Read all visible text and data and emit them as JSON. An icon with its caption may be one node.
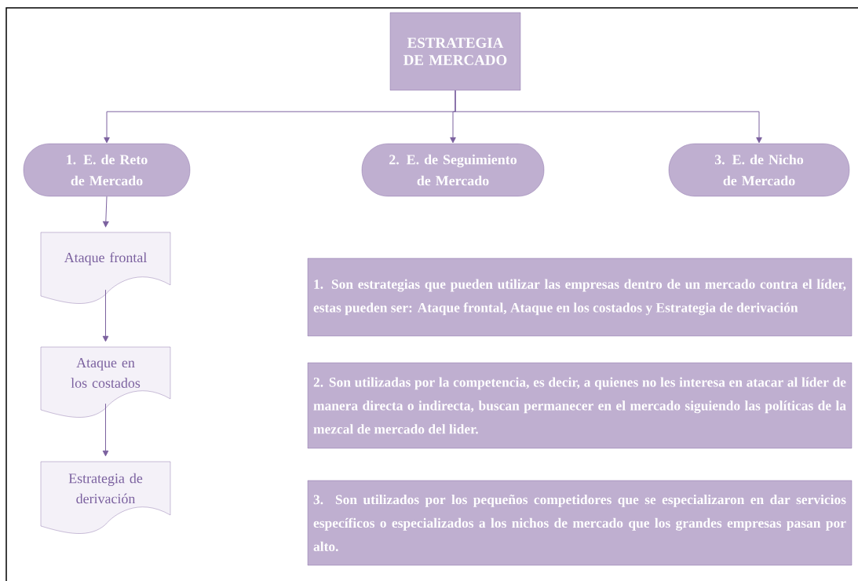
{
  "diagram": {
    "nodes": [
      {
        "text": [
          "ESTRATEGIA DE MERCADO"
        ]
      },
      {
        "text": [
          "1. E. de Reto de Mercado"
        ]
      },
      {
        "text": [
          "2. E. de Seguimiento de Mercado"
        ]
      },
      {
        "text": [
          "3. E. de Nicho de Mercado"
        ]
      },
      {
        "text": [
          "Ataque frontal"
        ]
      },
      {
        "text": [
          "Ataque en los costados"
        ]
      },
      {
        "text": [
          "Estrategia de derivación"
        ]
      },
      {
        "text": [
          "1. Son estrategias que pueden utilizar las empresas dentro de un mercado contra el líder, estas pueden ser: Ataque frontal, Ataque en los costados y Estrategia de derivación"
        ]
      },
      {
        "text": [
          "2. Son utilizadas por la competencia, es decir, a quienes no les interesa en atacar al líder de manera directa o indirecta, buscan permanecer en el mercado  siguiendo las políticas de la mezcal de mercado del lider."
        ]
      },
      {
        "text": [
          "3. Son utilizados por los pequeños competidores que se especializaron en dar servicios específicos o especializados a los nichos de mercado que los grandes empresas pasan por alto."
        ]
      }
    ],
    "edges": [
      {
        "from": 0,
        "to": 1,
        "arrow": "to"
      },
      {
        "from": 0,
        "to": 2,
        "arrow": "to"
      },
      {
        "from": 0,
        "to": 3,
        "arrow": "to"
      },
      {
        "from": 1,
        "to": 4,
        "arrow": "to"
      },
      {
        "from": 4,
        "to": 5,
        "arrow": "to"
      },
      {
        "from": 5,
        "to": 6,
        "arrow": "to"
      }
    ]
  }
}
